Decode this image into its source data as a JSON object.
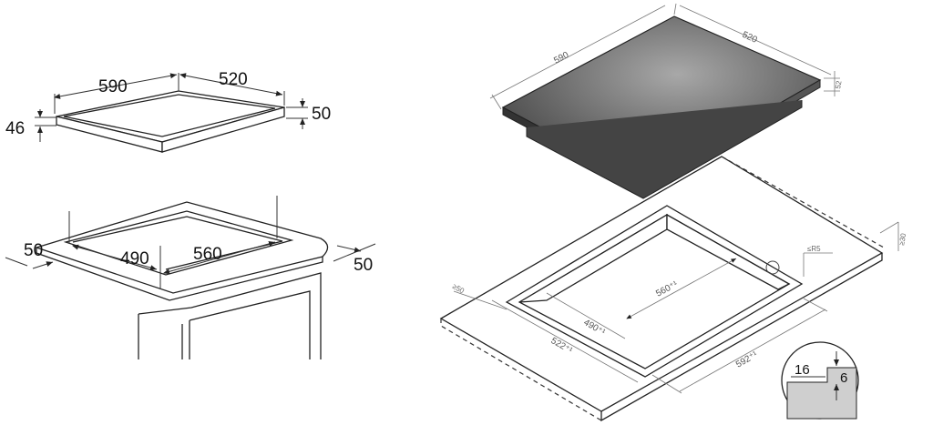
{
  "hob_top_view": {
    "width_label": "590",
    "depth_label": "520",
    "height_label": "50",
    "glass_label": "46"
  },
  "cutout_view": {
    "left_clearance_label": "50",
    "right_clearance_label": "50",
    "depth_label": "490",
    "width_label": "560"
  },
  "iso_hob": {
    "width_label": "590",
    "depth_label": "520",
    "thickness_label": "52"
  },
  "iso_worktop": {
    "min_front_label": "≥50",
    "min_rear_label": "≥30",
    "radius_label": "≤R5",
    "cutout_depth_label": "490⁺¹",
    "cutout_width_label": "560⁺¹",
    "frame_depth_label": "522⁺¹",
    "frame_width_label": "592⁺¹"
  },
  "detail": {
    "depth_label": "16",
    "height_label": "6"
  },
  "colors": {
    "line": "#222222",
    "glass_dark": "#3a3a3a",
    "glass_light": "#9a9a9a",
    "dimension_grey": "#777777"
  }
}
